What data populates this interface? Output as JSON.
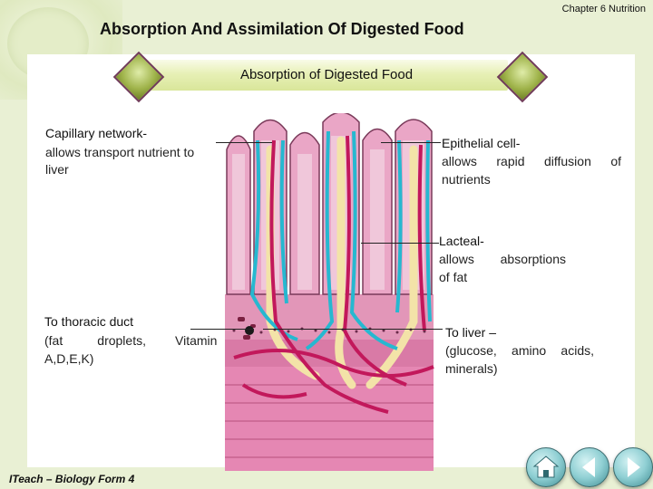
{
  "header": {
    "chapter": "Chapter 6 Nutrition",
    "title": "Absorption And Assimilation Of Digested Food"
  },
  "banner": {
    "text": "Absorption of Digested Food"
  },
  "labels": {
    "capillary": {
      "title": "Capillary network-",
      "desc_1": "allows transport nutrient to",
      "desc_2": "liver"
    },
    "epithelial": {
      "title": "Epithelial cell-",
      "desc_1": "allows rapid diffusion of",
      "desc_2": "nutrients"
    },
    "lacteal": {
      "title": "Lacteal-",
      "desc_1": "allows absorptions",
      "desc_2": "of fat"
    },
    "thoracic": {
      "title": "To thoracic duct",
      "desc_1": "(fat droplets,",
      "desc_1b": "Vitamin",
      "desc_2": "A,D,E,K)"
    },
    "liver": {
      "title": "To liver –",
      "desc_1": "(glucose, amino acids,",
      "desc_2": "minerals)"
    }
  },
  "footer": {
    "text": "ITeach – Biology Form 4"
  },
  "colors": {
    "blood_vessel": "#c2185b",
    "lymph": "#26b8d0",
    "lacteal": "#f3e3a8",
    "tissue": "#e8a3c4"
  },
  "nav": {
    "icons": [
      "home-icon",
      "back-icon",
      "forward-icon"
    ]
  }
}
